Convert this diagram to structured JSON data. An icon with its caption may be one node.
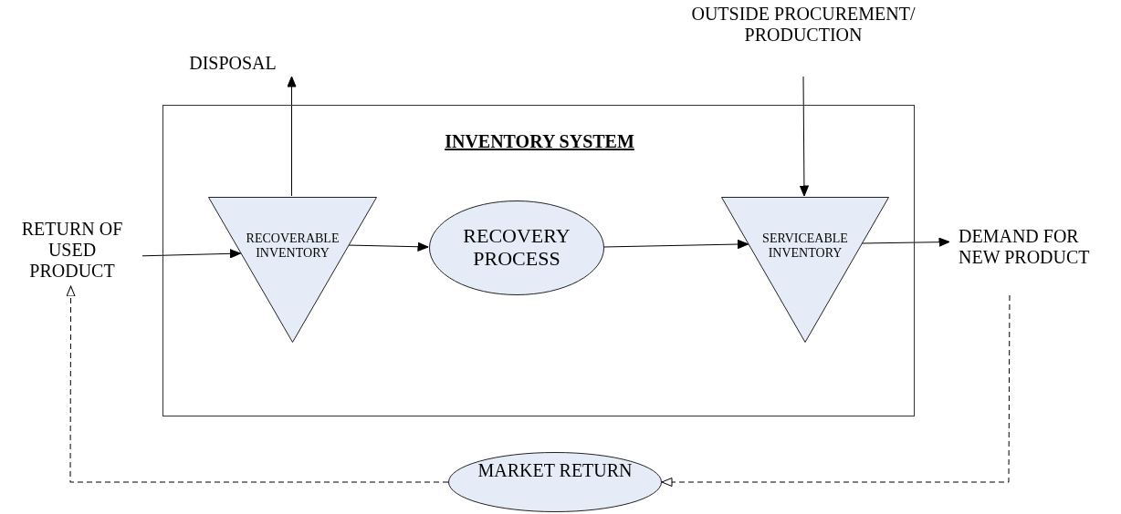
{
  "diagram": {
    "nodes": [
      {
        "text": [
          "INVENTORY SYSTEM"
        ]
      },
      {
        "text": [
          "RECOVERABLE INVENTORY"
        ],
        "in": 0
      },
      {
        "text": [
          "RECOVERY PROCESS"
        ],
        "in": 0
      },
      {
        "text": [
          "SERVICEABLE INVENTORY"
        ],
        "in": 0
      },
      {
        "text": [
          "RETURN OF USED PRODUCT"
        ]
      },
      {
        "text": [
          "DISPOSAL"
        ]
      },
      {
        "text": [
          "OUTSIDE PROCUREMENT/ PRODUCTION"
        ]
      },
      {
        "text": [
          "DEMAND FOR NEW PRODUCT"
        ]
      },
      {
        "text": [
          "MARKET RETURN"
        ]
      }
    ],
    "edges": [
      {
        "from": 4,
        "to": 1,
        "arrow": "to"
      },
      {
        "from": 1,
        "to": 5,
        "arrow": "to"
      },
      {
        "from": 1,
        "to": 2,
        "arrow": "to"
      },
      {
        "from": 2,
        "to": 3,
        "arrow": "to"
      },
      {
        "from": 6,
        "to": 3,
        "arrow": "to"
      },
      {
        "from": 3,
        "to": 7,
        "arrow": "to"
      },
      {
        "from": 7,
        "to": 8,
        "arrow": "to",
        "style": "dashed"
      },
      {
        "from": 8,
        "to": 4,
        "arrow": "to",
        "style": "dashed"
      }
    ]
  }
}
